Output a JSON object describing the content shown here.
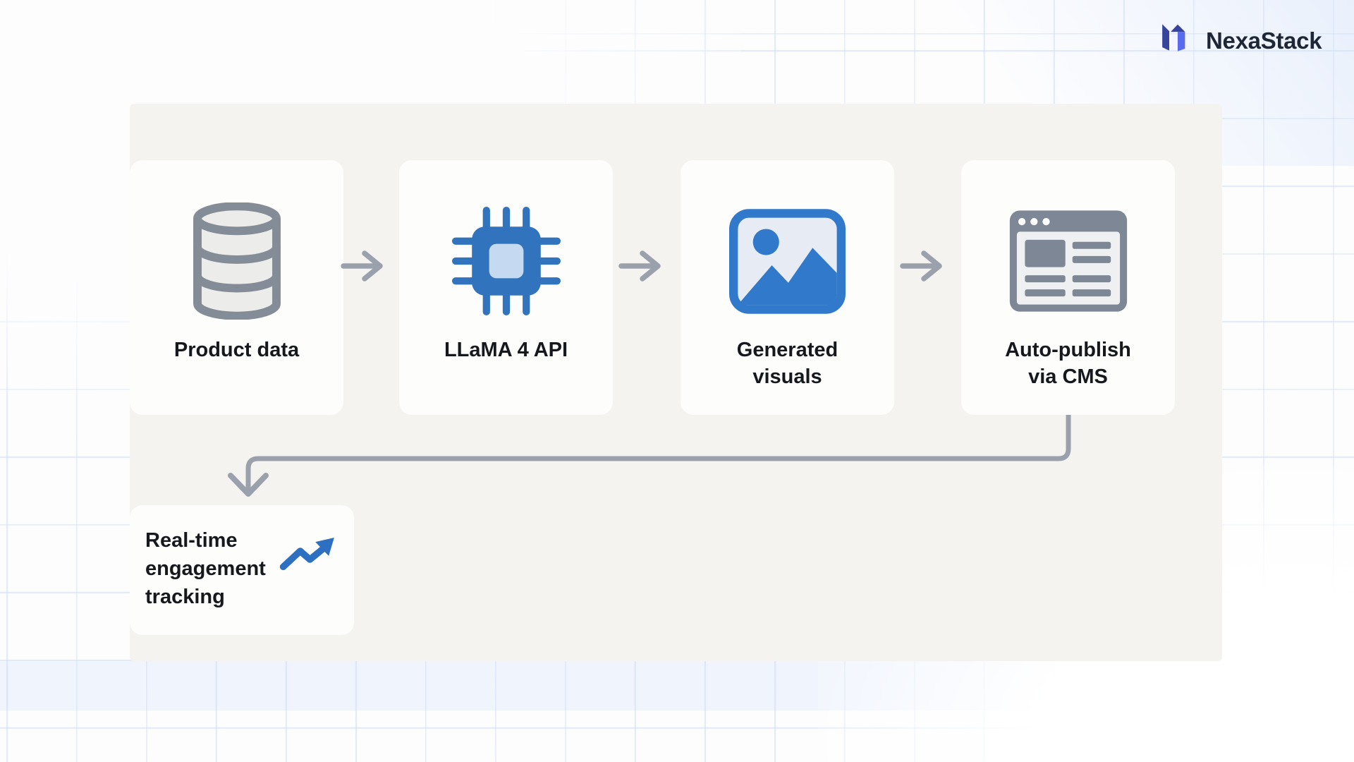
{
  "brand": {
    "name": "NexaStack"
  },
  "diagram": {
    "steps": [
      {
        "icon": "database-icon",
        "lines": [
          "Product data"
        ]
      },
      {
        "icon": "chip-icon",
        "lines": [
          "LLaMA 4 API"
        ]
      },
      {
        "icon": "image-icon",
        "lines": [
          "Generated",
          "visuals"
        ]
      },
      {
        "icon": "browser-icon",
        "lines": [
          "Auto-publish",
          "via CMS"
        ]
      }
    ],
    "result": {
      "icon": "trend-up-icon",
      "lines": [
        "Real-time",
        "engagement",
        "tracking"
      ]
    }
  },
  "colors": {
    "chip_blue": "#3173bd",
    "chip_inner_blue": "#c5daf0",
    "image_blue": "#3079cb",
    "trend_blue": "#2d6fc1",
    "icon_gray": "#848c98",
    "browser_gray": "#7e8795",
    "arrow_gray": "#9aa1ac",
    "panel_bg": "#f4f3f0",
    "card_bg": "#fdfdfc",
    "logo_dark": "#36449e",
    "logo_light": "#5a6bee",
    "text": "#15181d",
    "grid_line": "#cbdcf6"
  }
}
